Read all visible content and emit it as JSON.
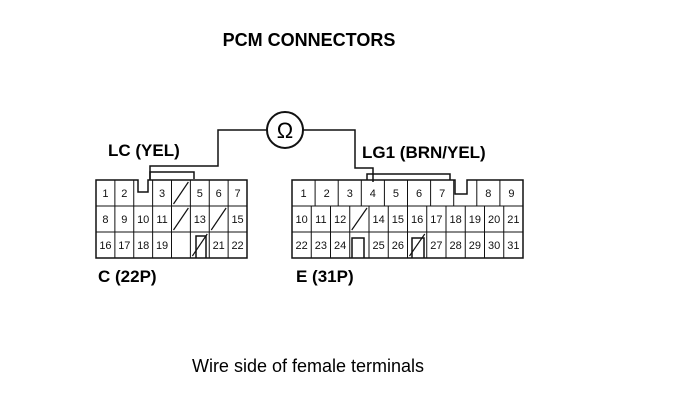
{
  "title": "PCM CONNECTORS",
  "meter_symbol": "Ω",
  "connector_c": {
    "wire_label": "LC (YEL)",
    "name": "C (22P)",
    "rows": [
      [
        "1",
        "2",
        "",
        "3",
        "/",
        "5",
        "6",
        "7"
      ],
      [
        "8",
        "9",
        "10",
        "11",
        "/",
        "13",
        "/",
        "15"
      ],
      [
        "16",
        "17",
        "18",
        "19",
        "",
        "/",
        "21",
        "22"
      ]
    ]
  },
  "connector_e": {
    "wire_label": "LG1 (BRN/YEL)",
    "name": "E (31P)",
    "rows": [
      [
        "1",
        "2",
        "3",
        "4",
        "5",
        "6",
        "7",
        "",
        "8",
        "9"
      ],
      [
        "10",
        "11",
        "12",
        "/",
        "14",
        "15",
        "16",
        "17",
        "18",
        "19",
        "20",
        "21"
      ],
      [
        "22",
        "23",
        "24",
        "",
        "25",
        "26",
        "/",
        "27",
        "28",
        "29",
        "30",
        "31"
      ]
    ]
  },
  "caption": "Wire side of female terminals",
  "colors": {
    "ink": "#111111",
    "background": "#ffffff"
  }
}
